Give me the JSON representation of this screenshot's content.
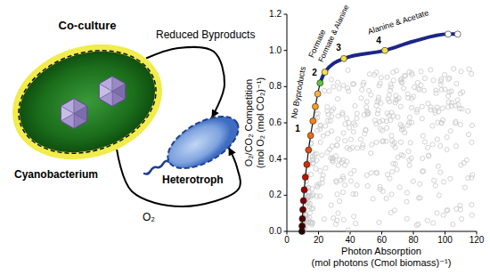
{
  "diagram": {
    "title": "Co-culture",
    "nodes": [
      {
        "text": [
          "Cyanobacterium"
        ]
      },
      {
        "text": [
          "Heterotroph"
        ]
      }
    ],
    "edges": [
      {
        "from": 0,
        "to": 1,
        "label": "Reduced Byproducts",
        "arrow": "to"
      },
      {
        "from": 0,
        "to": 1,
        "label": "O₂",
        "arrow": "to"
      }
    ],
    "labels": [
      "O₂/CO₂ Competition",
      "(mol O₂ (mol CO₂)⁻¹)",
      "0.0",
      "0.2",
      "0.4",
      "0.6",
      "0.8",
      "1.0",
      "1.2",
      "0",
      "20",
      "40",
      "60",
      "80",
      "100",
      "120",
      "Photon Absorption",
      "(mol photons (Cmol biomass)⁻¹)",
      "No Byproducts",
      "1",
      "Formate",
      "2",
      "Formate & Alanine",
      "3",
      "Alanine & Acetate",
      "4"
    ]
  }
}
